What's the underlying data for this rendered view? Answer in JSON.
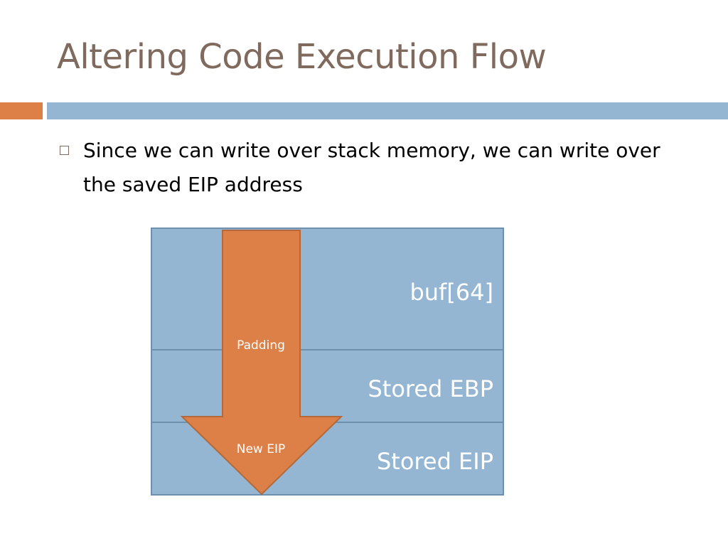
{
  "slide": {
    "title": "Altering Code Execution Flow",
    "bullet": "Since we can write over stack memory, we can write over the saved EIP address"
  },
  "diagram": {
    "stack_cells": [
      {
        "label": "buf[64]"
      },
      {
        "label": "Stored EBP"
      },
      {
        "label": "Stored EIP"
      }
    ],
    "arrow": {
      "shaft_label": "Padding",
      "head_label": "New EIP"
    },
    "colors": {
      "cell_fill": "#94b6d2",
      "cell_border": "#6e90ad",
      "arrow_fill": "#dd8047",
      "arrow_border": "#b3693a",
      "title_text": "#7f6a5d",
      "accent_bar": "#dd8047",
      "main_bar": "#94b6d2"
    }
  }
}
